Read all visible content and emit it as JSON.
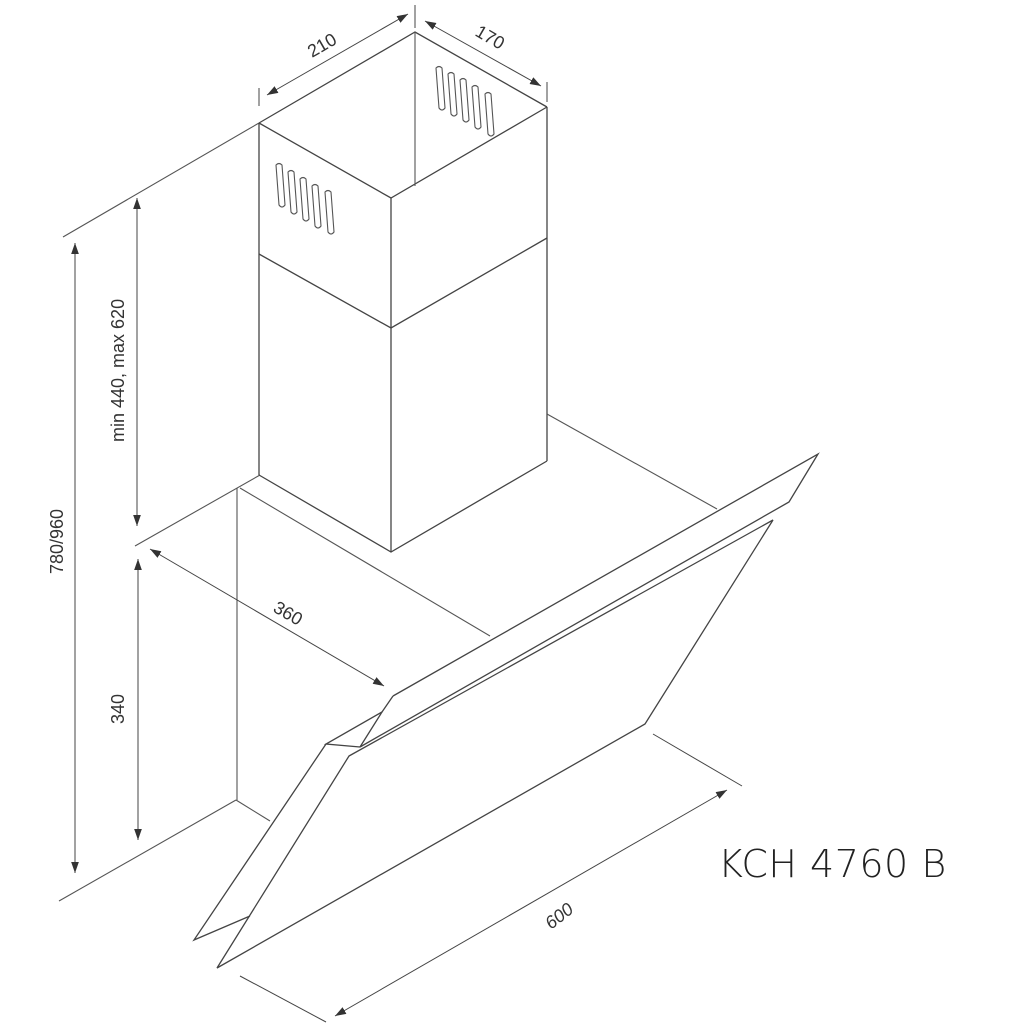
{
  "model_name": "KCH 4760 B",
  "dimensions": {
    "chimney_width": "210",
    "chimney_depth": "170",
    "chimney_height": "min 440, max 620",
    "total_height": "780/960",
    "hood_height": "340",
    "hood_depth": "360",
    "hood_width": "600"
  },
  "line_color": "#555555"
}
